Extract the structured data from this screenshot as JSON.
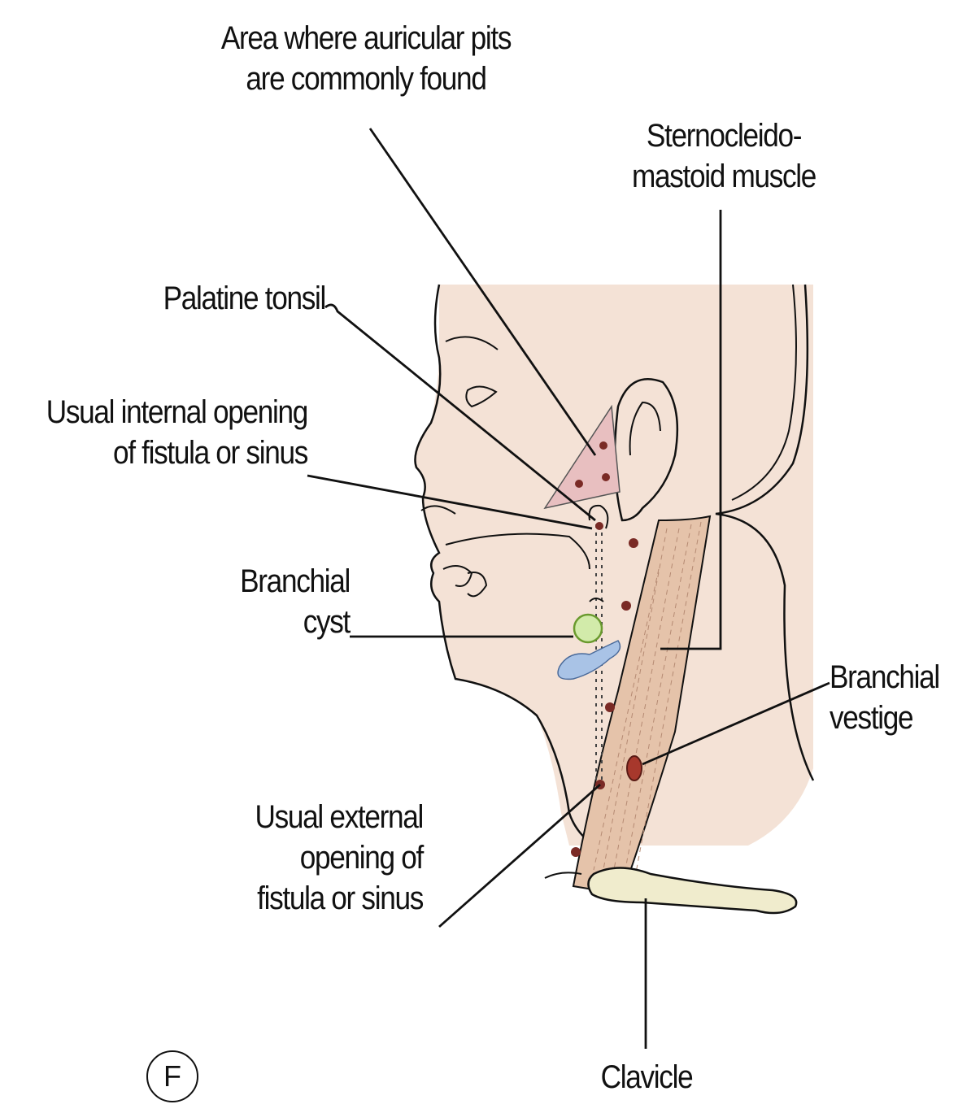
{
  "labels": {
    "auricular_pits": [
      "Area where auricular pits",
      "are commonly found"
    ],
    "sternocleidomastoid": [
      "Sternocleido-",
      "mastoid muscle"
    ],
    "palatine_tonsil": "Palatine tonsil",
    "internal_opening": [
      "Usual internal opening",
      "of fistula or sinus"
    ],
    "branchial_cyst": [
      "Branchial",
      "cyst"
    ],
    "branchial_vestige": [
      "Branchial",
      "vestige"
    ],
    "external_opening": [
      "Usual external",
      "opening of",
      "fistula or sinus"
    ],
    "clavicle": "Clavicle",
    "panel_letter": "F"
  },
  "colors": {
    "skin": "#f4e2d6",
    "muscle": "#e5c3aa",
    "clavicle": "#f0eccd",
    "cyst": "#d2ebaa",
    "cyst_outline": "#6a9a2e",
    "gland": "#a9c3e6",
    "pit_area": "#e8bfc0",
    "dot": "#7a2a25",
    "vestige": "#a7382c",
    "line": "#111111"
  }
}
